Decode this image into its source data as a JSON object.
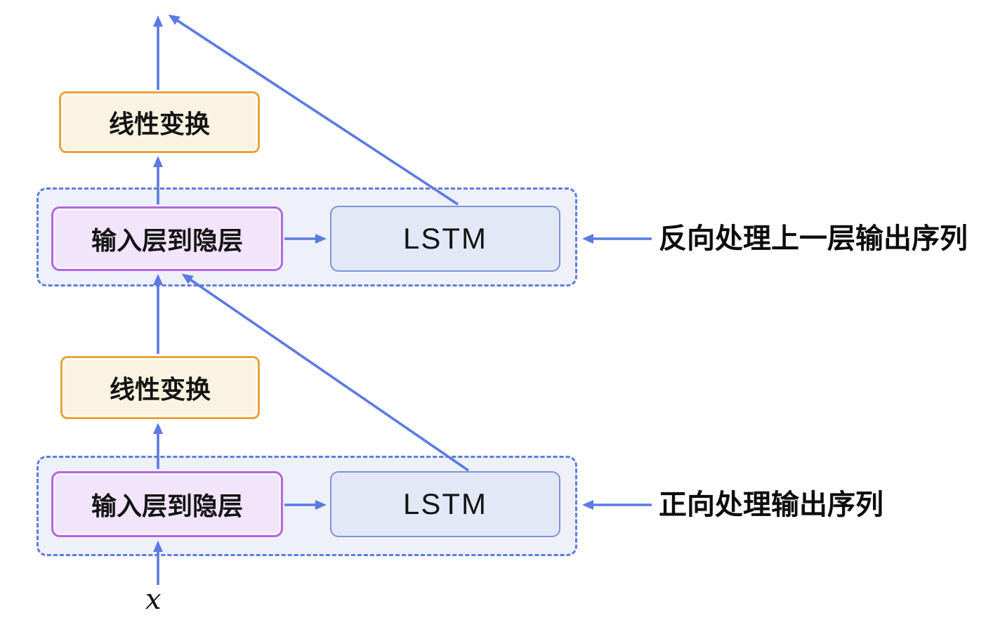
{
  "diagram": {
    "layers": {
      "backward": {
        "input_to_hidden": "输入层到隐层",
        "lstm": "LSTM",
        "linear": "线性变换",
        "annotation": "反向处理上一层输出序列"
      },
      "forward": {
        "input_to_hidden": "输入层到隐层",
        "lstm": "LSTM",
        "linear": "线性变换",
        "annotation": "正向处理输出序列"
      }
    },
    "input_label": "x",
    "colors": {
      "arrow_blue": "#5b7ae2",
      "container_fill": "#eef0fa",
      "container_border": "#5d7ce2",
      "lstm_fill": "#e3e8f6",
      "lstm_border": "#8093d6",
      "input_hidden_fill": "#f1e4fb",
      "input_hidden_border": "#b168de",
      "linear_fill": "#fbf3e2",
      "linear_border": "#e9a33c",
      "text": "#111111",
      "background": "#ffffff"
    }
  }
}
